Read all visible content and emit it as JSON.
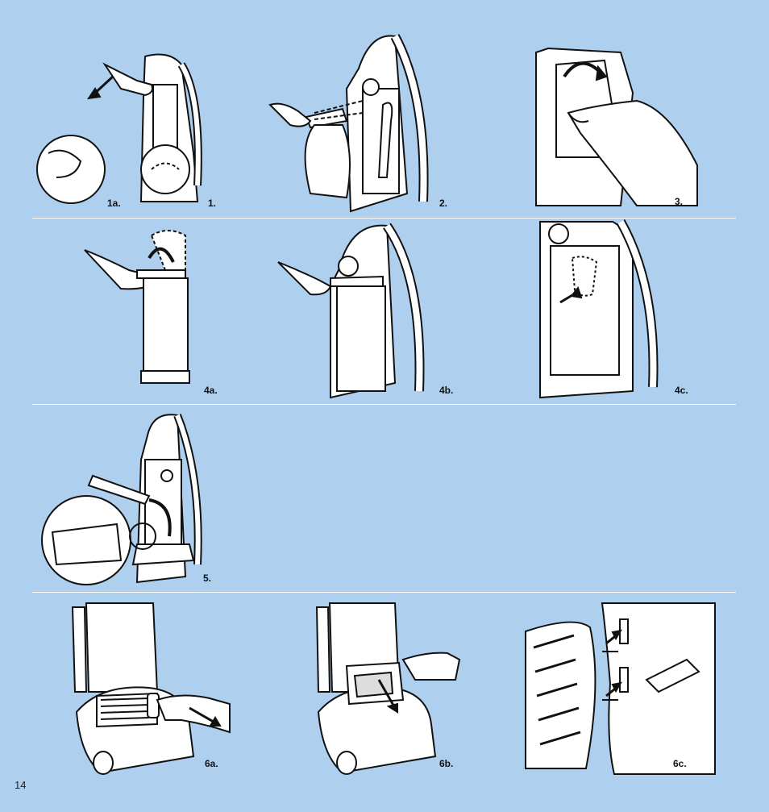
{
  "labels": {
    "s1a": "1a.",
    "s1": "1.",
    "s2": "2.",
    "s3": "3.",
    "s4a": "4a.",
    "s4b": "4b.",
    "s4c": "4c.",
    "s5": "5.",
    "s6a": "6a.",
    "s6b": "6b.",
    "s6c": "6c."
  },
  "page_number": "14",
  "colors": {
    "background": "#aed0ee",
    "rule": "#ffffff",
    "line": "#111111",
    "fill": "#ffffff"
  }
}
